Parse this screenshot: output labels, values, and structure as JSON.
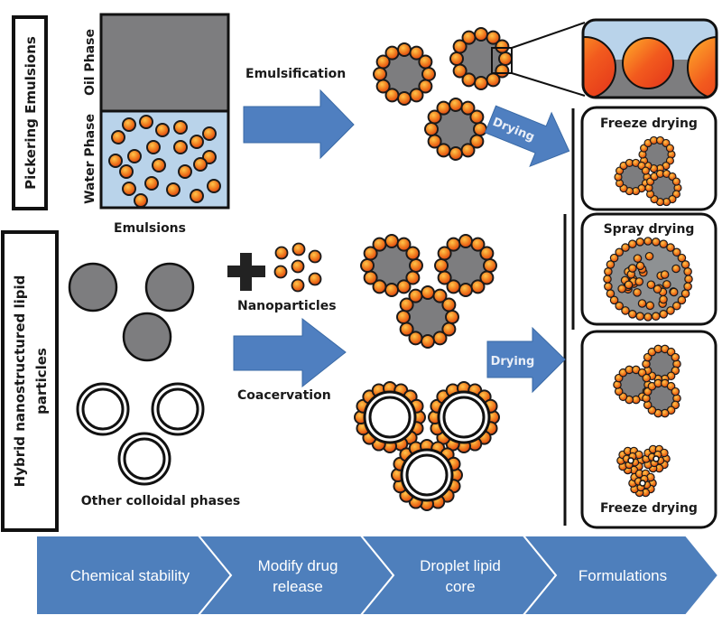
{
  "colors": {
    "oil": "#7d7d7f",
    "water": "#b9d3ea",
    "arrow_blue": "#4f7fc0",
    "flow_blue": "#4e7fbc",
    "particle_outer": "#e24a12",
    "particle_inner": "#ffa42a",
    "outline": "#1a1a1a"
  },
  "side_labels": {
    "pickering": "Pickering Emulsions",
    "hybrid_line1": "Hybrid nanostructured lipid",
    "hybrid_line2": "particles"
  },
  "emulsion_box": {
    "oil_label": "Oil Phase",
    "water_label": "Water Phase",
    "caption": "Emulsions"
  },
  "arrows": {
    "emulsification": "Emulsification",
    "drying_top": "Drying",
    "drying_bottom": "Drying",
    "coacervation": "Coacervation"
  },
  "inputs": {
    "nanoparticles": "Nanoparticles",
    "other_phases": "Other colloidal phases"
  },
  "results": {
    "freeze_top": "Freeze drying",
    "spray": "Spray drying",
    "freeze_bottom": "Freeze drying"
  },
  "flow_steps": [
    {
      "line1": "Chemical stability",
      "line2": ""
    },
    {
      "line1": "Modify drug",
      "line2": "release"
    },
    {
      "line1": "Droplet lipid",
      "line2": "core"
    },
    {
      "line1": "Formulations",
      "line2": ""
    }
  ]
}
